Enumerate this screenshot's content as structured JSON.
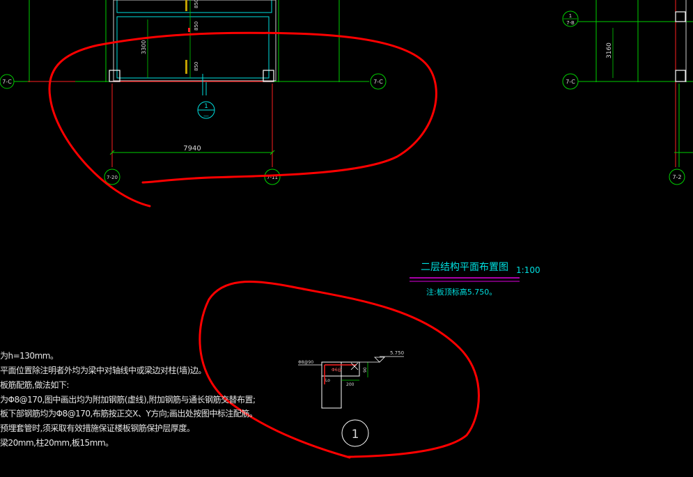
{
  "drawing": {
    "title": "二层结构平面布置图",
    "scale": "1:100",
    "note": "注:板顶标高5.750。"
  },
  "axes": {
    "labels": [
      {
        "id": "7-C-left",
        "text": "7-C"
      },
      {
        "id": "7-C-mid",
        "text": "7-C"
      },
      {
        "id": "7-C-right",
        "text": "7-C"
      },
      {
        "id": "7-20",
        "text": "7-20"
      },
      {
        "id": "7-11",
        "text": "7-11"
      },
      {
        "id": "7-2",
        "text": "7-2"
      },
      {
        "id": "7-B",
        "text": "7-B",
        "top": "1"
      }
    ]
  },
  "dimensions": {
    "span": "7940",
    "left_height": "3300",
    "right_height": "3160",
    "small_upper": "850",
    "small_mid": "850",
    "small_top": "850"
  },
  "section_marker": {
    "top": "1",
    "bottom": "—"
  },
  "detail": {
    "number": "1",
    "elevation": "5.750",
    "tag": "Φ8@90",
    "tag2": "Φ6@",
    "dim_a": "90",
    "dim_b": "200",
    "dim_lo": "Lo"
  },
  "notes": [
    "为h=130mm。",
    "平面位置除注明者外均为梁中对轴线中或梁边对柱(墙)边。",
    "板筋配筋,做法如下:",
    "为Φ8@170,图中画出均为附加钢筋(虚线),附加钢筋与通长钢筋交替布置;",
    "板下部钢筋均为Φ8@170,布筋按正交X、Y方向;画出处按图中标注配筋。",
    "预埋套管时,须采取有效措施保证楼板钢筋保护层厚度。",
    "梁20mm,柱20mm,板15mm。"
  ],
  "colors": {
    "axis_green": "#00d000",
    "red": "#ff2020",
    "cyan": "#00e0e0",
    "magenta": "#e000e0",
    "white": "#ffffff",
    "annotation_red": "#ff0000"
  }
}
